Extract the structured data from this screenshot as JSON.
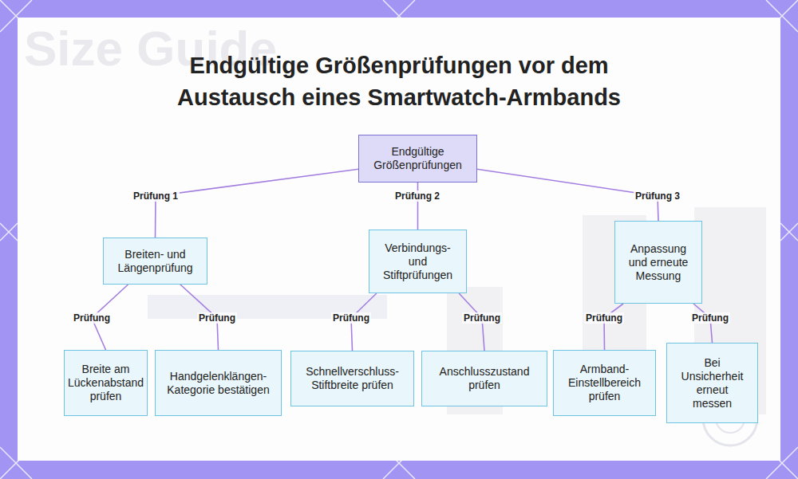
{
  "diagram": {
    "title": "Endgültige Größenprüfungen vor dem Austausch eines Smartwatch-Armbands",
    "nodes": [
      {
        "text": [
          "Endgültige Größenprüfungen"
        ]
      },
      {
        "text": [
          "Breiten- und Längenprüfung"
        ]
      },
      {
        "text": [
          "Verbindungs- und Stiftprüfungen"
        ]
      },
      {
        "text": [
          "Anpassung und erneute Messung"
        ]
      },
      {
        "text": [
          "Breite am Lückenabstand prüfen"
        ]
      },
      {
        "text": [
          "Handgelenklängen-Kategorie bestätigen"
        ]
      },
      {
        "text": [
          "Schnellverschluss-Stiftbreite prüfen"
        ]
      },
      {
        "text": [
          "Anschlusszustand prüfen"
        ]
      },
      {
        "text": [
          "Armband-Einstellbereich prüfen"
        ]
      },
      {
        "text": [
          "Bei Unsicherheit erneut messen"
        ]
      }
    ],
    "edges": [
      {
        "from": 0,
        "to": 1,
        "label": "Prüfung 1",
        "arrow": "none"
      },
      {
        "from": 0,
        "to": 2,
        "label": "Prüfung 2",
        "arrow": "none"
      },
      {
        "from": 0,
        "to": 3,
        "label": "Prüfung 3",
        "arrow": "none"
      },
      {
        "from": 1,
        "to": 4,
        "label": "Prüfung",
        "arrow": "none"
      },
      {
        "from": 1,
        "to": 5,
        "label": "Prüfung",
        "arrow": "none"
      },
      {
        "from": 2,
        "to": 6,
        "label": "Prüfung",
        "arrow": "none"
      },
      {
        "from": 2,
        "to": 7,
        "label": "Prüfung",
        "arrow": "none"
      },
      {
        "from": 3,
        "to": 8,
        "label": "Prüfung",
        "arrow": "none"
      },
      {
        "from": 3,
        "to": 9,
        "label": "Prüfung",
        "arrow": "none"
      }
    ],
    "labels": [
      "Size Guide"
    ]
  }
}
